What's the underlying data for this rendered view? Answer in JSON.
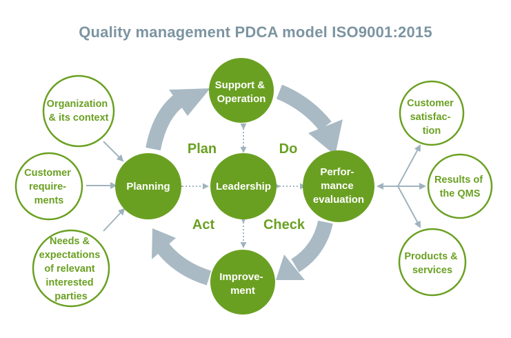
{
  "title": "Quality management PDCA model ISO9001:2015",
  "colors": {
    "title": "#7c94a1",
    "green": "#6aa022",
    "green_outline": "#6aa022",
    "cycle_arrow": "#a9bac4",
    "small_arrow": "#9fb3be",
    "dotted_arrow": "#9fb3be",
    "label_green": "#6aa022"
  },
  "inputs": [
    {
      "lines": [
        "Organization",
        "& its context"
      ]
    },
    {
      "lines": [
        "Customer",
        "require-",
        "ments"
      ]
    },
    {
      "lines": [
        "Needs &",
        "expectations",
        "of relevant",
        "interested",
        "parties"
      ]
    }
  ],
  "outputs": [
    {
      "lines": [
        "Customer",
        "satisfac-",
        "tion"
      ]
    },
    {
      "lines": [
        "Results of",
        "the QMS"
      ]
    },
    {
      "lines": [
        "Products &",
        "services"
      ]
    }
  ],
  "nodes": {
    "support": {
      "lines": [
        "Support &",
        "Operation"
      ]
    },
    "planning": {
      "lines": [
        "Planning"
      ]
    },
    "leadership": {
      "lines": [
        "Leadership"
      ]
    },
    "performance": {
      "lines": [
        "Perfor-",
        "mance",
        "evaluation"
      ]
    },
    "improvement": {
      "lines": [
        "Improve-",
        "ment"
      ]
    }
  },
  "phases": {
    "plan": "Plan",
    "do": "Do",
    "check": "Check",
    "act": "Act"
  }
}
